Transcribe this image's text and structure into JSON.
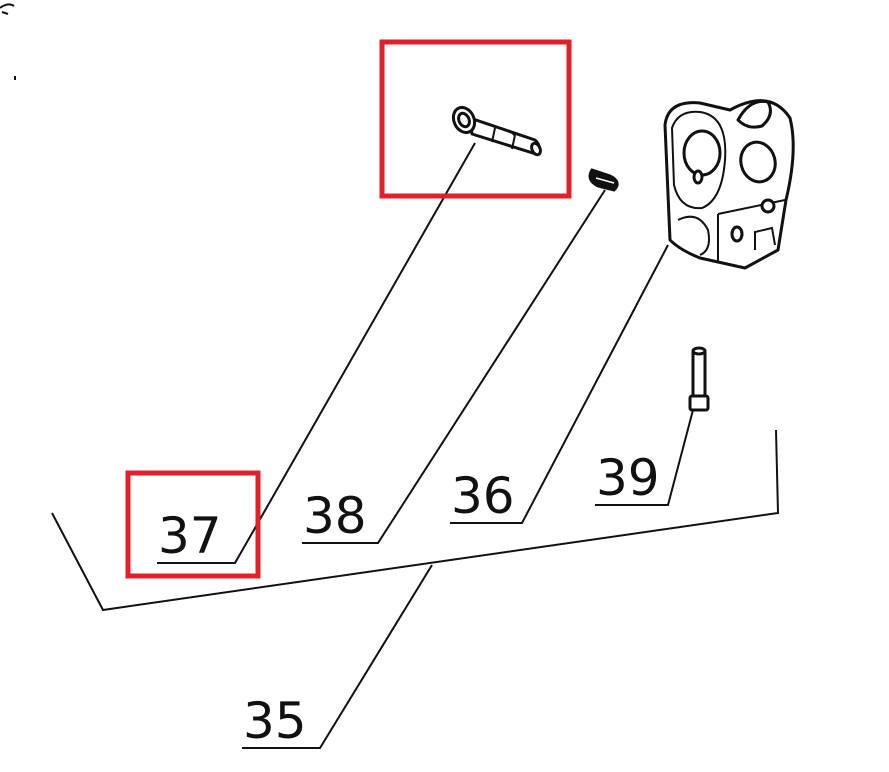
{
  "diagram": {
    "type": "exploded parts diagram",
    "callouts": [
      {
        "id": "37",
        "label": "37",
        "highlighted": true
      },
      {
        "id": "38",
        "label": "38",
        "highlighted": false
      },
      {
        "id": "36",
        "label": "36",
        "highlighted": false
      },
      {
        "id": "39",
        "label": "39",
        "highlighted": false
      },
      {
        "id": "35",
        "label": "35",
        "highlighted": false
      }
    ],
    "highlight_color": "#e3202a"
  }
}
